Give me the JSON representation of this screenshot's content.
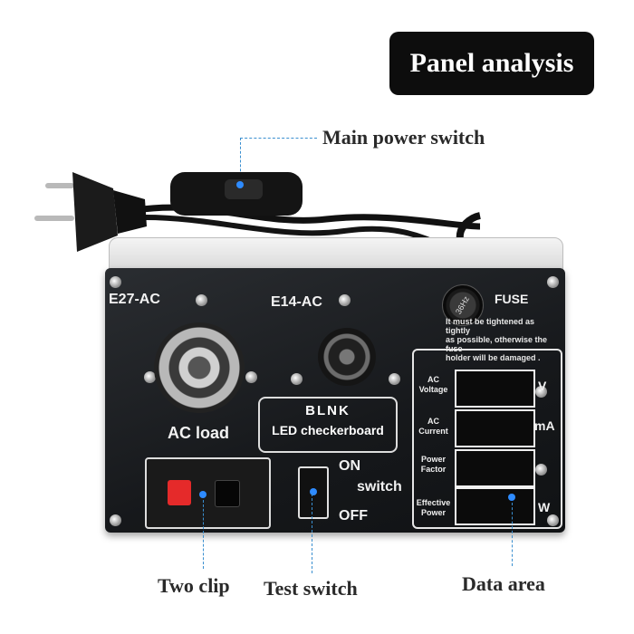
{
  "header": {
    "title": "Panel analysis"
  },
  "callouts": {
    "main_power": "Main power switch",
    "two_clip": "Two clip",
    "test_switch": "Test switch",
    "data_area": "Data area"
  },
  "panel": {
    "e27": "E27-AC",
    "e14": "E14-AC",
    "fuse": "FUSE",
    "fuse_cap": "36Hz",
    "fuse_note_1": "It must be tightened as tightly",
    "fuse_note_2": "as possible, otherwise the fuse",
    "fuse_note_3": "holder will be damaged .",
    "brand": "BLNK",
    "board_label": "LED checkerboard",
    "ac_load": "AC load",
    "on": "ON",
    "switch": "switch",
    "off": "OFF"
  },
  "data_area": {
    "rows": [
      {
        "label_1": "AC",
        "label_2": "Voltage",
        "unit": "V"
      },
      {
        "label_1": "AC",
        "label_2": "Current",
        "unit": "mA"
      },
      {
        "label_1": "Power",
        "label_2": "Factor",
        "unit": ""
      },
      {
        "label_1": "Effective",
        "label_2": "Power",
        "unit": "W"
      }
    ]
  },
  "colors": {
    "accent_dot": "#2e8bff",
    "panel": "#1b1d20",
    "clip_red": "#e52a2a"
  }
}
